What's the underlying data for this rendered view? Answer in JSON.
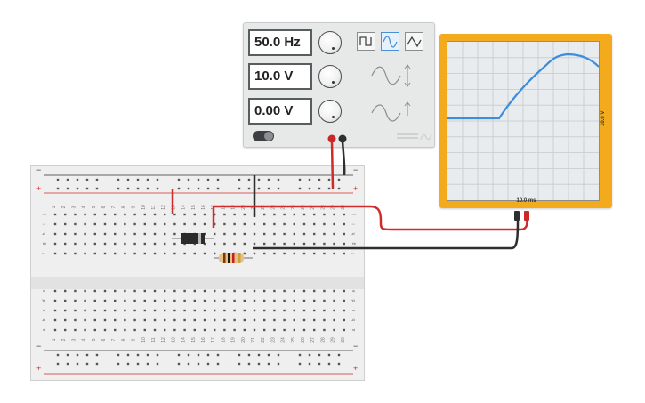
{
  "function_generator": {
    "frequency": "50.0 Hz",
    "amplitude": "10.0 V",
    "offset": "0.00 V",
    "selected_waveform": "sine",
    "waveforms": [
      "square",
      "sine",
      "triangle"
    ],
    "power": "on"
  },
  "oscilloscope": {
    "time_per_div": "10.0 ms",
    "volts_per_div": "10.0 V",
    "trace_color": "#3c8ddb",
    "frame_color": "#f3aa1c"
  },
  "breadboard": {
    "plus_label": "+",
    "minus_label": "−",
    "column_numbers": [
      "1",
      "2",
      "3",
      "4",
      "5",
      "6",
      "7",
      "8",
      "9",
      "10",
      "11",
      "12",
      "13",
      "14",
      "15",
      "16",
      "17",
      "18",
      "19",
      "20",
      "21",
      "22",
      "23",
      "24",
      "25",
      "26",
      "27",
      "28",
      "29",
      "30"
    ],
    "row_letters_top": [
      "j",
      "i",
      "h",
      "g",
      "f"
    ],
    "row_letters_bottom": [
      "e",
      "d",
      "c",
      "b",
      "a"
    ]
  },
  "components": {
    "diode": "diode",
    "resistor": "resistor"
  },
  "wire_colors": {
    "red": "#d12a2a",
    "black": "#2e2e2e"
  }
}
